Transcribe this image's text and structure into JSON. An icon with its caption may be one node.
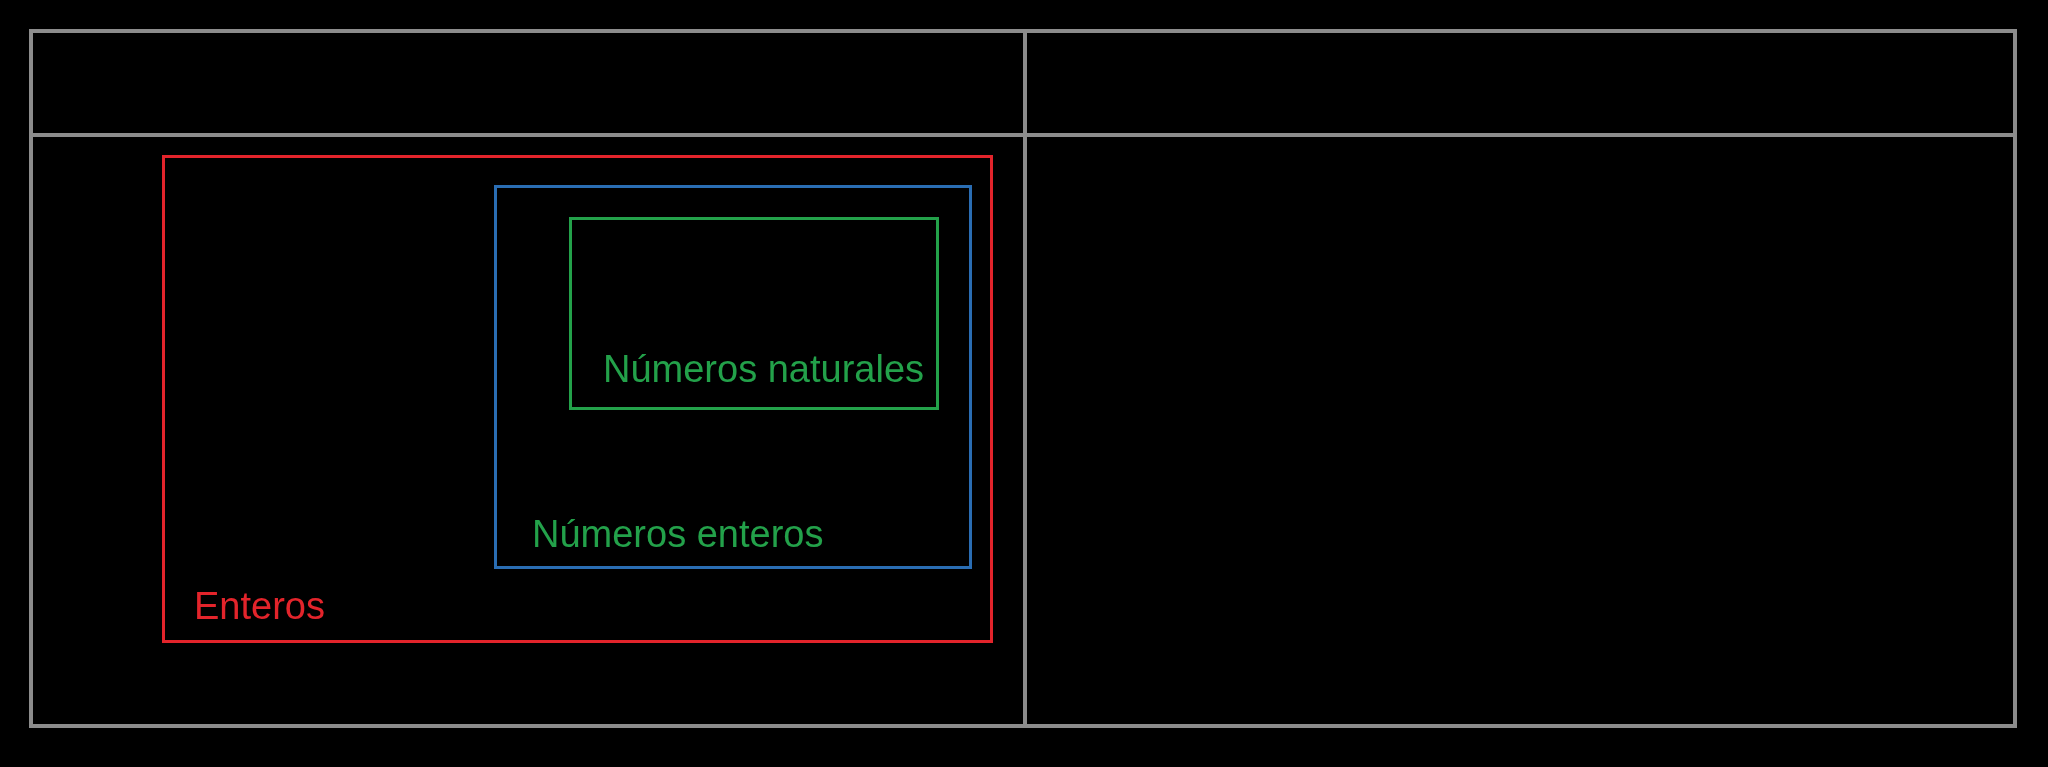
{
  "diagram": {
    "nodes": [
      {
        "text": [
          "Enteros"
        ]
      },
      {
        "text": [
          "Números enteros"
        ],
        "in": 0
      },
      {
        "text": [
          "Números naturales"
        ],
        "in": 1
      }
    ]
  }
}
